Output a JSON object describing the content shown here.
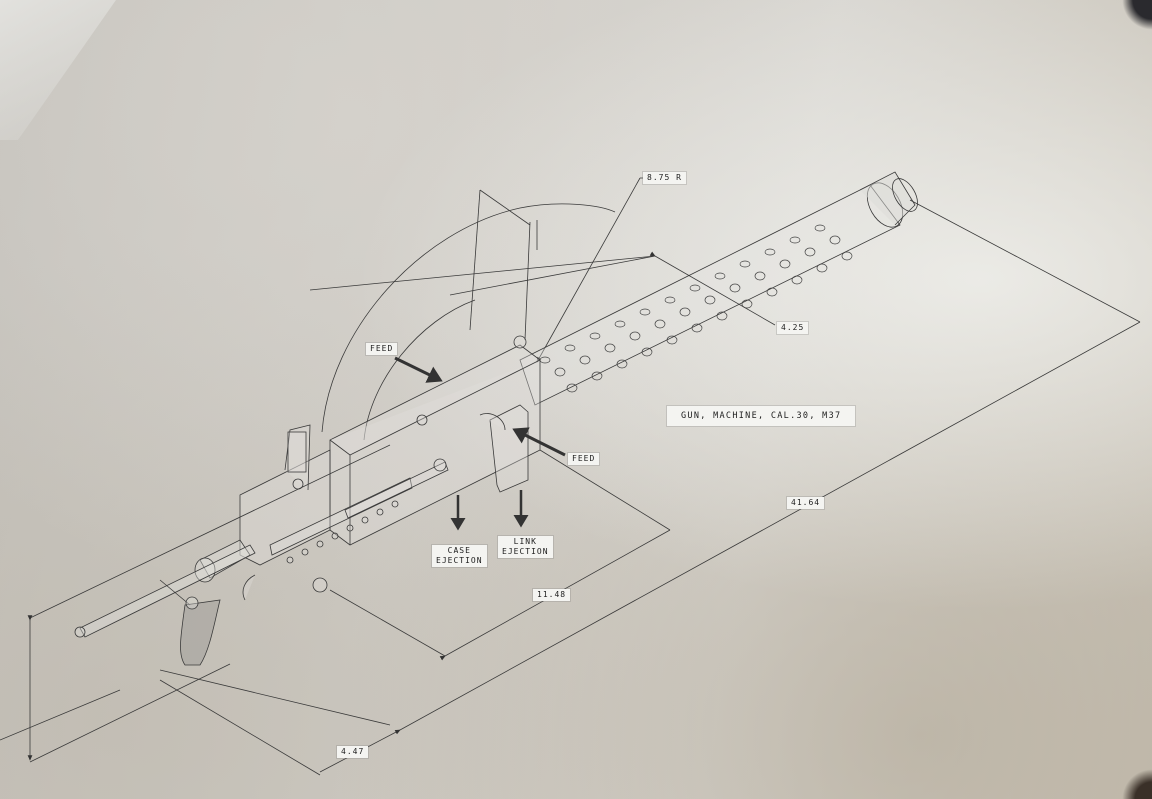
{
  "drawing": {
    "title": "GUN, MACHINE, CAL.30, M37",
    "subject": "isometric technical drawing of machine gun with dimension lines",
    "colors": {
      "paper": "#c9c6c0",
      "ink": "#3a3a3a",
      "label_bg": "#f4f4f1",
      "label_text": "#1e1e1e"
    }
  },
  "dimensions": {
    "radius": "8.75 R",
    "barrel_jacket_offset": "4.25",
    "overall_length": "41.64",
    "receiver_length": "11.48",
    "grip_offset": "4.47"
  },
  "callouts": {
    "feed_top": "FEED",
    "feed_side": "FEED",
    "case_ejection": [
      "CASE",
      "EJECTION"
    ],
    "link_ejection": [
      "LINK",
      "EJECTION"
    ]
  }
}
